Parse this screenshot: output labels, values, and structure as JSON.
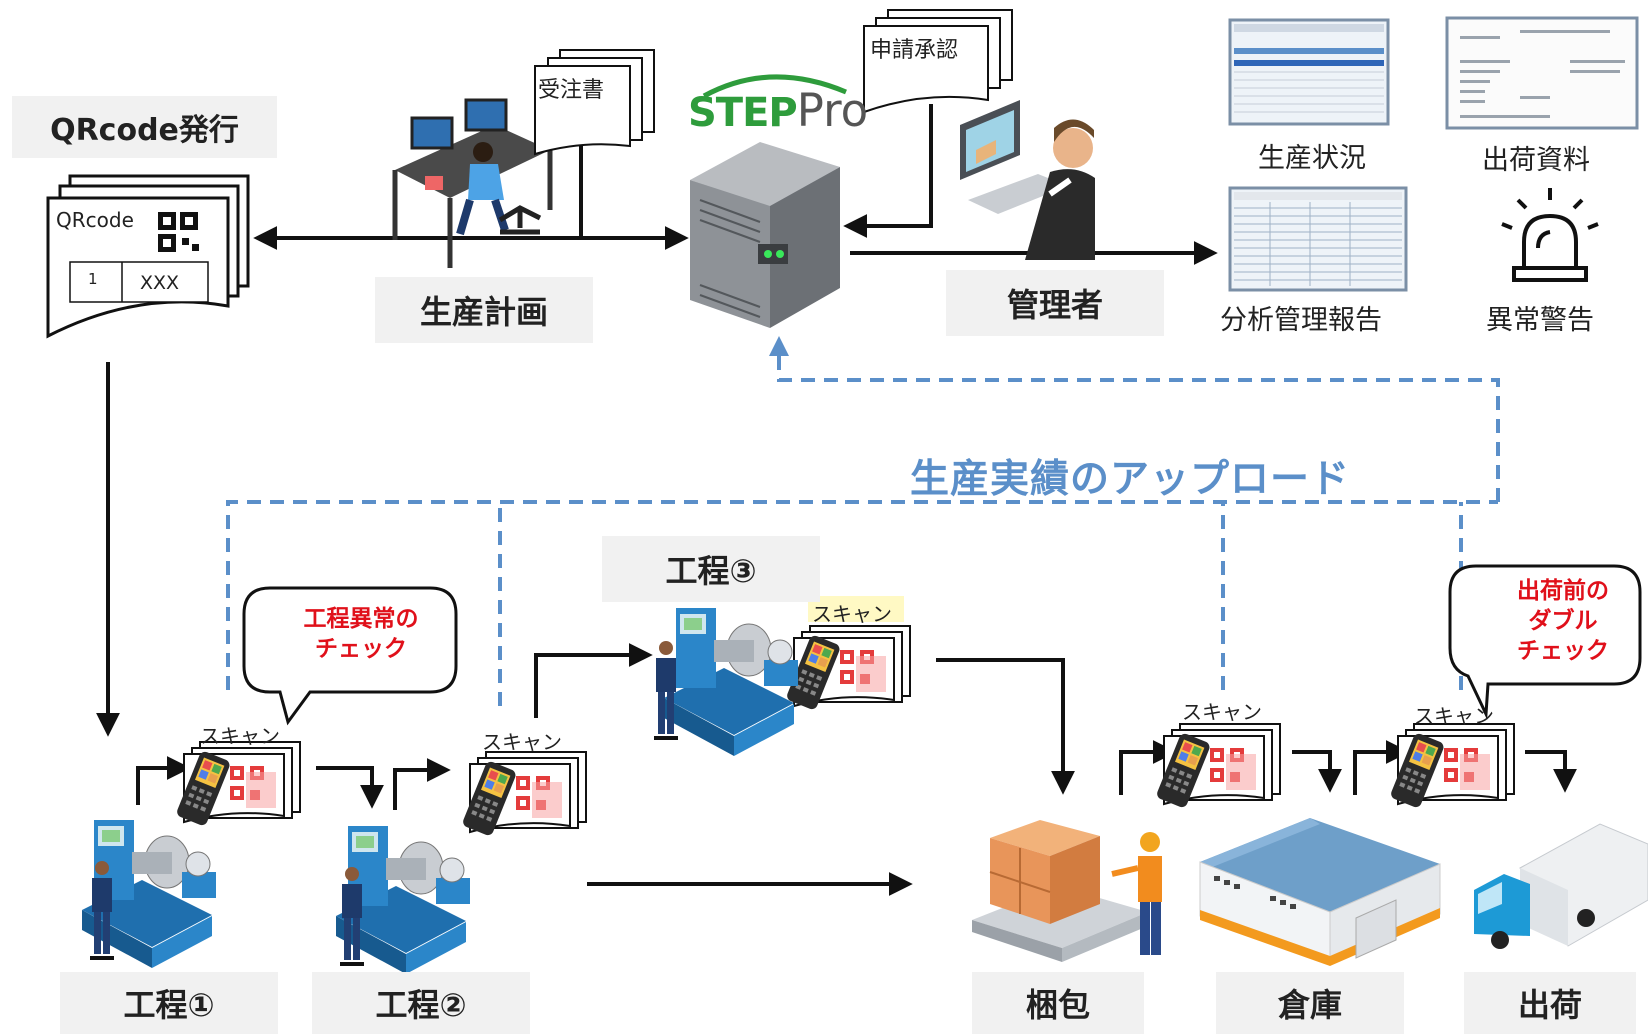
{
  "brand": {
    "step": "STEP",
    "pro": "Pro",
    "color": "#2e9c3c"
  },
  "qr_issue": {
    "label": "QRcode発行",
    "card_title": "QRcode",
    "cell_no": "1",
    "cell_value": "XXX"
  },
  "docs": {
    "order": "受注書",
    "approval": "申請承認"
  },
  "labels": {
    "production_plan": "生産計画",
    "manager": "管理者"
  },
  "outputs": {
    "status": "生産状況",
    "shipping_docs": "出荷資料",
    "analysis": "分析管理報告",
    "alarm": "異常警告"
  },
  "upload_text": "生産実績のアップロード",
  "callouts": {
    "process_check": [
      "工程異常の",
      "チェック"
    ],
    "double_check": [
      "出荷前の",
      "ダブル",
      "チェック"
    ]
  },
  "scan_label": "スキャン",
  "steps": {
    "p1": "工程①",
    "p2": "工程②",
    "p3": "工程③",
    "packing": "梱包",
    "warehouse": "倉庫",
    "shipping": "出荷"
  },
  "colors": {
    "dashed_line": "#5b8fc9",
    "accent_red": "#e0101a",
    "label_bg": "#f1f1f1"
  }
}
